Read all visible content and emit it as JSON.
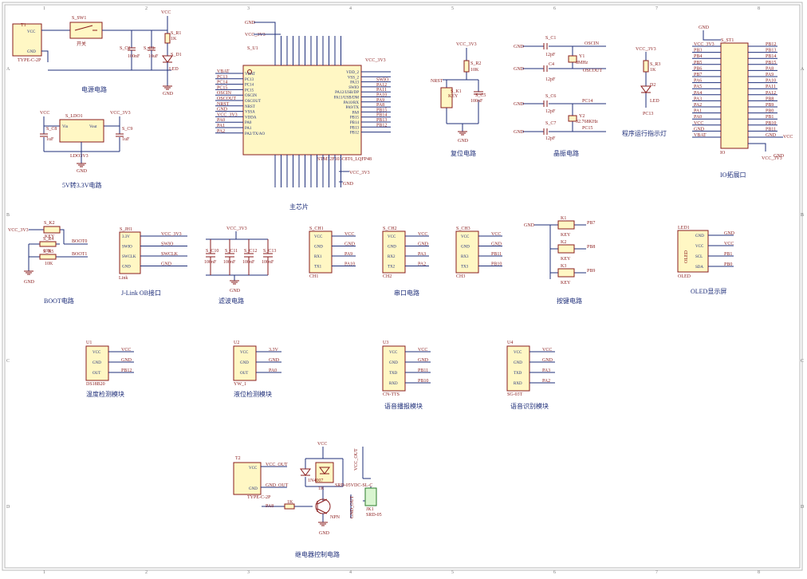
{
  "blocks": {
    "power": {
      "title": "电源电路",
      "usb": "T1",
      "usb_type": "TYPE-C-2P",
      "usb_vcc": "VCC",
      "usb_gnd": "GND",
      "sw": "S_SW1",
      "sw_label": "开关",
      "c2": "S_C2",
      "c2v": "100nF",
      "c3": "S_C3",
      "c3v": "10uF",
      "r1": "S_R1",
      "r1v": "1K",
      "d1": "S_D1",
      "d1v": "LED",
      "vcc": "VCC",
      "gnd": "GND"
    },
    "ldo": {
      "title": "5V转3.3V电路",
      "ic": "S_LDO1",
      "ic_part": "LDO3V3",
      "vin": "Vin",
      "vout": "Vout",
      "c8": "S_C8",
      "c8v": "1uF",
      "c9": "S_C9",
      "c9v": "1uF",
      "vcc": "VCC",
      "vcc33": "VCC_3V3",
      "gnd": "GND"
    },
    "mcu": {
      "title": "主芯片",
      "ref": "S_U1",
      "part": "STM32F103C8T6_LQFP48",
      "left_pins": [
        "VBAT",
        "PC13",
        "PC14",
        "PC15",
        "OSCIN",
        "OSCOUT",
        "NRST",
        "VSSA",
        "VDDA",
        "PA0",
        "PA1",
        "PA2/TX/AO"
      ],
      "left_nets": [
        "VBAT",
        "PC13",
        "PC14",
        "PC15",
        "OSCIN",
        "OSCOUT",
        "NRST",
        "GND",
        "VCC_3V3",
        "PA0",
        "PA1",
        "PA2"
      ],
      "right_pins": [
        "VDD_2",
        "VSS_2",
        "PA13",
        "SWIO",
        "PA12/USB/DP",
        "PA11/USB/DM",
        "PA10/RX",
        "PA9/TX",
        "PA8",
        "PB15",
        "PB14",
        "PB13",
        "PB12"
      ],
      "right_nets": [
        "",
        "",
        "SWIO",
        "PA12",
        "PA11",
        "PA10",
        "PA9",
        "PA8",
        "PB15",
        "PB14",
        "PB13",
        "PB12",
        ""
      ],
      "vcc33": "VCC_3V3",
      "gnd": "GND"
    },
    "reset": {
      "title": "复位电路",
      "vcc33": "VCC_3V3",
      "r2": "S_R2",
      "r2v": "10K",
      "nrst": "NRST",
      "k1": "S_K1",
      "k1v": "KEY",
      "c5": "S_C5",
      "c5v": "100nF",
      "gnd": "GND"
    },
    "crystal": {
      "title": "晶振电路",
      "c1": "S_C1",
      "c4": "C4",
      "c6": "S_C6",
      "c7": "S_C7",
      "cv": "12pF",
      "y1": "Y1",
      "y1v": "8MHz",
      "y2": "Y2",
      "y2v": "32.768KHz",
      "oscin": "OSCIN",
      "oscout": "OSCOUT",
      "pc14": "PC14",
      "pc15": "PC15",
      "gnd": "GND"
    },
    "runled": {
      "title": "程序运行指示灯",
      "vcc33": "VCC_3V3",
      "r3": "S_R3",
      "r3v": "1K",
      "d2": "D2",
      "d2v": "LED",
      "net": "PC13"
    },
    "io": {
      "title": "IO拓展口",
      "ref": "S_ST1",
      "part": "IO",
      "gnd": "GND",
      "vcc": "VCC",
      "vcc33": "VCC_3V3",
      "left": [
        "VCC_3V3",
        "PB3",
        "PB4",
        "PB5",
        "PB6",
        "PB7",
        "PA6",
        "PA5",
        "PA4",
        "PA3",
        "PA2",
        "PA1",
        "PA0",
        "VCC",
        "GND",
        "VBAT"
      ],
      "right": [
        "PB12",
        "PB13",
        "PB14",
        "PB15",
        "PA8",
        "PA9",
        "PA10",
        "PA11",
        "PA12",
        "PB8",
        "PB9",
        "PB0",
        "PB1",
        "PB10",
        "PB11",
        "GND"
      ]
    },
    "boot": {
      "title": "BOOT电路",
      "vcc33": "VCC_3V3",
      "k2": "S_K2",
      "k2v": "KEY",
      "r4": "S_R4",
      "r4v": "10K",
      "r5": "S_R5",
      "r5v": "10K",
      "boot0": "BOOT0",
      "boot1": "BOOT1",
      "gnd": "GND"
    },
    "jlink": {
      "title": "J-Link OB接口",
      "ref": "S_JH1",
      "part": "Link",
      "pins": [
        "3.3V",
        "SWIO",
        "SWCLK",
        "GND"
      ],
      "nets": [
        "VCC_3V3",
        "SWIO",
        "SWCLK",
        "GND"
      ]
    },
    "filter": {
      "title": "滤波电路",
      "vcc33": "VCC_3V3",
      "caps": [
        "S_C10",
        "S_C11",
        "S_C12",
        "S_C13"
      ],
      "cv": "100nF",
      "gnd": "GND"
    },
    "uart": {
      "title": "串口电路",
      "ports": [
        {
          "ref": "S_CH1",
          "part": "CH1",
          "nets": [
            "VCC",
            "GND",
            "PA9",
            "PA10"
          ]
        },
        {
          "ref": "S_CH2",
          "part": "CH2",
          "nets": [
            "VCC",
            "GND",
            "PA3",
            "PA2"
          ]
        },
        {
          "ref": "S_CH3",
          "part": "CH3",
          "nets": [
            "VCC",
            "GND",
            "PB11",
            "PB10"
          ]
        }
      ],
      "pins": [
        "VCC",
        "GND",
        "RX1",
        "TX1"
      ],
      "pins2": [
        "VCC",
        "GND",
        "RX2",
        "TX2"
      ],
      "pins3": [
        "VCC",
        "GND",
        "RX3",
        "TX3"
      ]
    },
    "keys": {
      "title": "按键电路",
      "gnd": "GND",
      "keys": [
        {
          "ref": "K1",
          "v": "KEY",
          "net": "PB7"
        },
        {
          "ref": "K2",
          "v": "KEY",
          "net": "PB8"
        },
        {
          "ref": "K3",
          "v": "KEY",
          "net": "PB9"
        }
      ]
    },
    "oled": {
      "title": "OLED显示屏",
      "ref": "LED1",
      "part": "OLED",
      "body": "OLED",
      "pins": [
        "GND",
        "VCC",
        "SCL",
        "SDA"
      ],
      "nets": [
        "GND",
        "VCC",
        "PB1",
        "PB0"
      ]
    },
    "temp": {
      "title": "温度检测模块",
      "ref": "U1",
      "part": "DS18B20",
      "pins": [
        "VCC",
        "GND",
        "OUT"
      ],
      "nets": [
        "VCC",
        "GND",
        "PB12"
      ]
    },
    "level": {
      "title": "液位检测模块",
      "ref": "U2",
      "part": "YW_1",
      "pins": [
        "VCC",
        "GND",
        "OUT"
      ],
      "nets": [
        "3.3V",
        "GND",
        "PA0"
      ]
    },
    "voiceplay": {
      "title": "语音播报模块",
      "ref": "U3",
      "part": "CN-TTS",
      "pins": [
        "VCC",
        "GND",
        "TXD",
        "RXD"
      ],
      "nets": [
        "VCC",
        "GND",
        "PB11",
        "PB10"
      ]
    },
    "voicerec": {
      "title": "语音识别模块",
      "ref": "U4",
      "part": "SG-03T",
      "pins": [
        "VCC",
        "GND",
        "TXD",
        "RXD"
      ],
      "nets": [
        "VCC",
        "GND",
        "PA3",
        "PA2"
      ]
    },
    "relay": {
      "title": "继电器控制电路",
      "conn": "T2",
      "conn_part": "TYPE-C-2P",
      "vcc_out": "VCC_OUT",
      "gnd_out": "GND_OUT",
      "vcc": "VCC",
      "gnd": "GND",
      "pa": "PA8",
      "r": "1K",
      "q": "NPN",
      "d": "1N4007",
      "relay": "JK1",
      "relay_part": "SRD-05",
      "relay_lbl": "SRD-05VDC-SL-C",
      "r6": "1K"
    }
  },
  "grid": {
    "cols": [
      "1",
      "2",
      "3",
      "4",
      "5",
      "6",
      "7",
      "8"
    ],
    "rows": [
      "A",
      "B",
      "C",
      "D"
    ]
  }
}
